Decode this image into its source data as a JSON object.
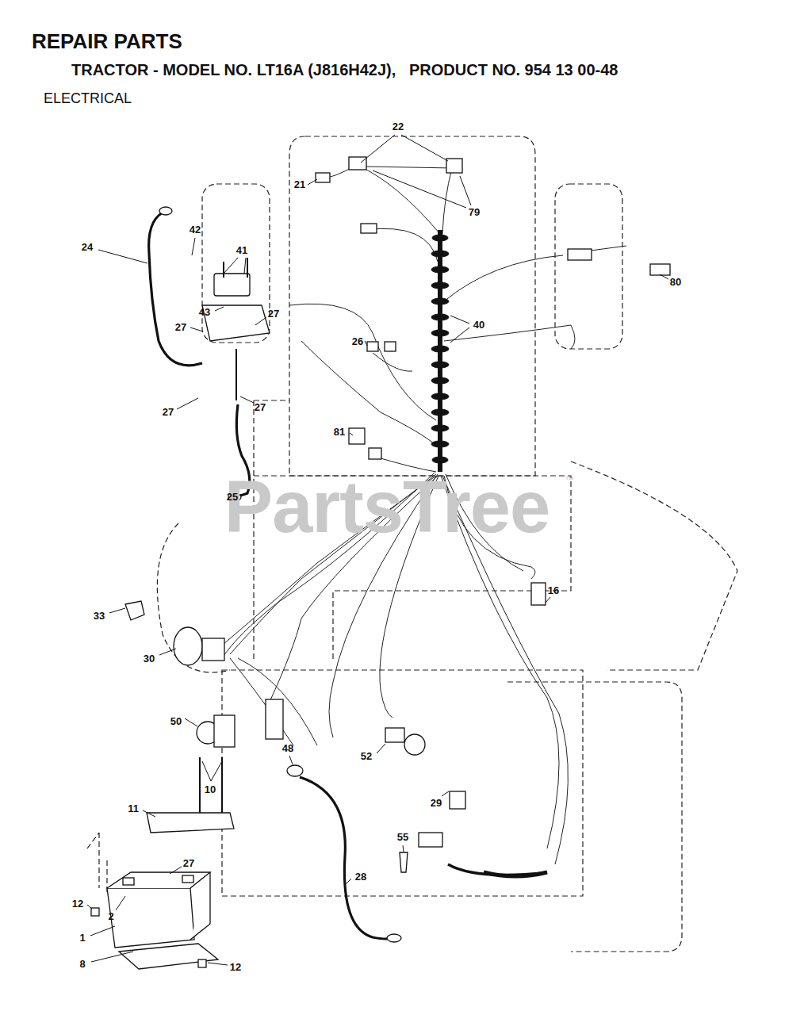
{
  "diagram": {
    "title": "REPAIR PARTS",
    "labels": [
      "TRACTOR - MODEL NO. LT16A (J816H42J),   PRODUCT NO. 954 13 00-48",
      "ELECTRICAL",
      "PartsTree",
      "™",
      "22",
      "21",
      "79",
      "24",
      "42",
      "41",
      "80",
      "43",
      "27",
      "27",
      "40",
      "26",
      "27",
      "27",
      "81",
      "25",
      "16",
      "33",
      "30",
      "50",
      "48",
      "52",
      "10",
      "11",
      "29",
      "27",
      "55",
      "28",
      "12",
      "2",
      "1",
      "8",
      "12"
    ]
  }
}
